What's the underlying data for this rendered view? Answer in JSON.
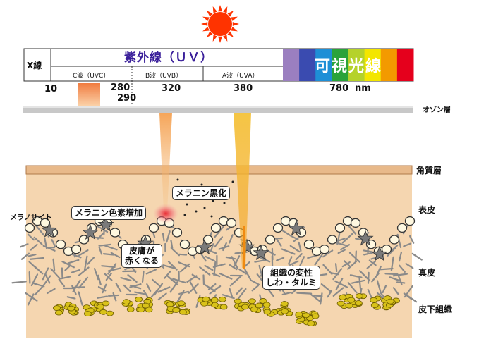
{
  "spectrum": {
    "xray_label": "X線",
    "uv_title": "紫外線（ＵＶ）",
    "visible_title": "可視光線",
    "bands": {
      "uvc": "C波（UVC）",
      "uvb": "B波（UVB）",
      "uva": "A波（UVA）"
    },
    "wavelengths": {
      "w10": "10",
      "w280": "280",
      "w290": "290",
      "w320": "320",
      "w380": "380",
      "w780": "780",
      "unit": "nm"
    },
    "visible_colors": [
      "#9b7fc0",
      "#3a4bb0",
      "#1e8fd6",
      "#2aa33a",
      "#b5d22a",
      "#f3e600",
      "#f39a00",
      "#e5001c"
    ]
  },
  "layers": {
    "ozone": "オゾン層",
    "stratum_corneum": "角質層",
    "epidermis": "表皮",
    "dermis": "真皮",
    "subcutis": "皮下組織",
    "melanocyte": "メラノサイト"
  },
  "effects": {
    "melanin_darkening": "メラニン黒化",
    "melanin_increase": "メラニン色素増加",
    "skin_red_1": "皮膚が",
    "skin_red_2": "赤くなる",
    "tissue_1": "組織の変性",
    "tissue_2": "しわ・タルミ"
  },
  "colors": {
    "sun": "#ff3300",
    "skin": "#f5d6b0",
    "stratum": "#e8b98a",
    "ozone": "#c8c8c8",
    "fat": "#d9c21a"
  }
}
